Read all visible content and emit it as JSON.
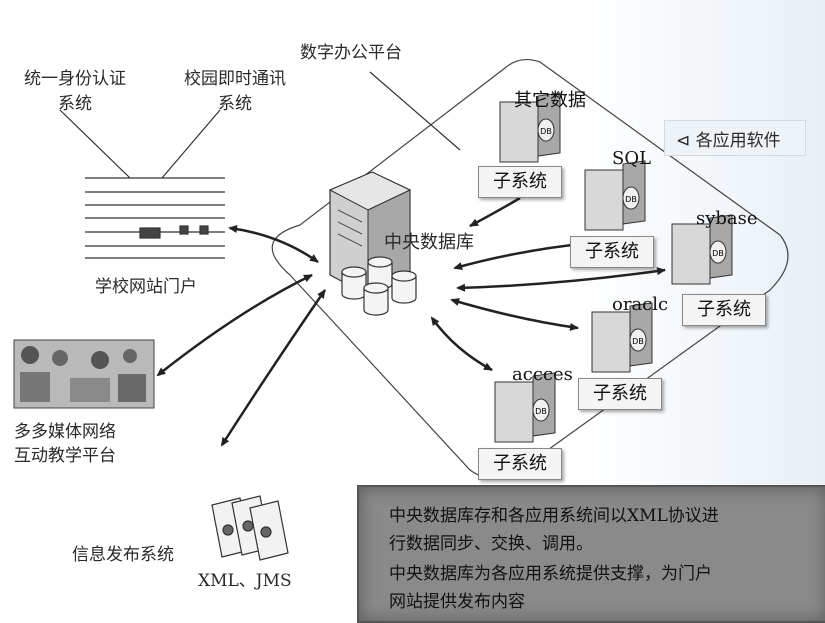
{
  "platform_label": "数字办公平台",
  "unified_auth": [
    "统一身份认证",
    "系统"
  ],
  "campus_im": [
    "校园即时通讯",
    "系统"
  ],
  "school_portal": "学校网站门户",
  "multimedia": [
    "多多媒体网络",
    "互动教学平台"
  ],
  "info_publish": "信息发布系统",
  "xml_jms": "XML、JMS",
  "central_db": "中央数据库",
  "apps_label": "各应用软件",
  "subsystem_label": "子系统",
  "db_sources": [
    "其它数据",
    "SQL",
    "sybase",
    "oraclc",
    "accces"
  ],
  "db_icon_text": "DB",
  "note_lines": [
    "中央数据库存和各应用系统间以XML协议进",
    "行数据同步、交换、调用。",
    "中央数据库为各应用系统提供支撑，为门户",
    "网站提供发布内容"
  ]
}
